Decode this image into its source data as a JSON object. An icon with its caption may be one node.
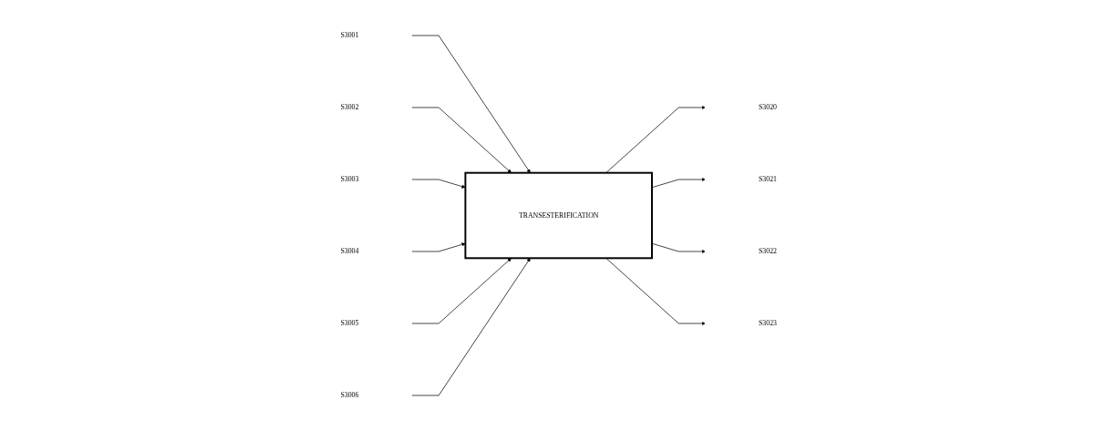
{
  "diagram": {
    "nodes": [
      {
        "text": [
          "TRANSESTERIFICATION"
        ]
      },
      {
        "text": [
          "S3001"
        ]
      },
      {
        "text": [
          "S3002"
        ]
      },
      {
        "text": [
          "S3003"
        ]
      },
      {
        "text": [
          "S3004"
        ]
      },
      {
        "text": [
          "S3005"
        ]
      },
      {
        "text": [
          "S3006"
        ]
      },
      {
        "text": [
          "S3020"
        ]
      },
      {
        "text": [
          "S3021"
        ]
      },
      {
        "text": [
          "S3022"
        ]
      },
      {
        "text": [
          "S3023"
        ]
      }
    ],
    "edges": [
      {
        "from": 1,
        "to": 0,
        "arrow": "to"
      },
      {
        "from": 2,
        "to": 0,
        "arrow": "to"
      },
      {
        "from": 3,
        "to": 0,
        "arrow": "to"
      },
      {
        "from": 4,
        "to": 0,
        "arrow": "to"
      },
      {
        "from": 5,
        "to": 0,
        "arrow": "to"
      },
      {
        "from": 6,
        "to": 0,
        "arrow": "to"
      },
      {
        "from": 0,
        "to": 7,
        "arrow": "to"
      },
      {
        "from": 0,
        "to": 8,
        "arrow": "to"
      },
      {
        "from": 0,
        "to": 9,
        "arrow": "to"
      },
      {
        "from": 0,
        "to": 10,
        "arrow": "to"
      }
    ]
  }
}
